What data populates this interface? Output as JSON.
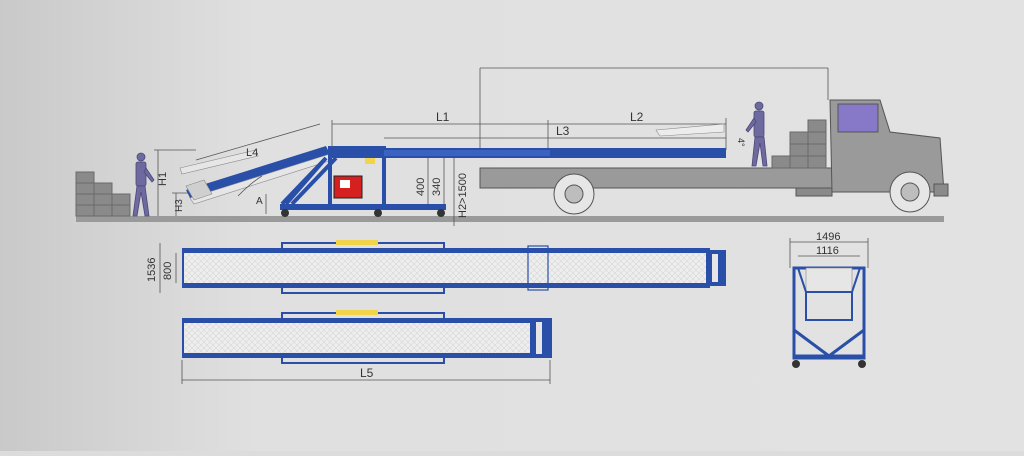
{
  "dimensions": {
    "L1": "L1",
    "L2": "L2",
    "L3": "L3",
    "L4": "L4",
    "L5": "L5",
    "H1": "H1",
    "H2": "H2>1500",
    "H3": "H3",
    "A": "A",
    "d400": "400",
    "d340": "340",
    "d1536": "1536",
    "d800": "800",
    "d1496": "1496",
    "d1116": "1116",
    "angle4": "4°"
  },
  "colors": {
    "background": "#dcdcdc",
    "frame_blue": "#2a4fa8",
    "belt_fill": "#ececec",
    "accent_yellow": "#f2d44a",
    "panel_red": "#d62020",
    "truck_grey": "#9a9a9a",
    "person": "#6e6aa0",
    "box": "#8a8a8a",
    "line": "#555555"
  }
}
